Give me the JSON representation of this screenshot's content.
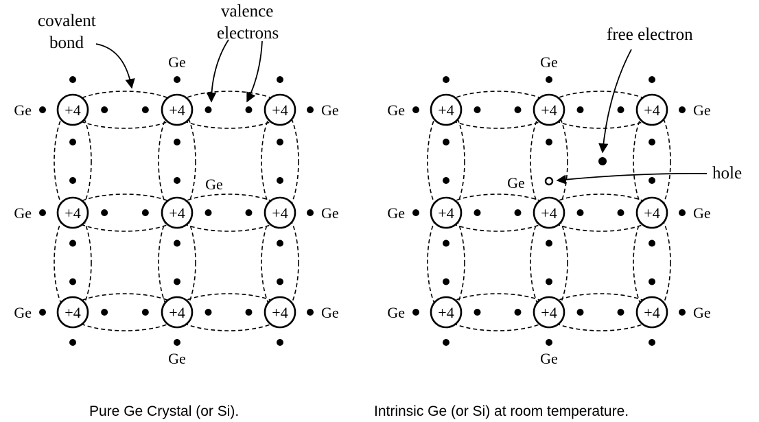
{
  "left_panel": {
    "caption": "Pure Ge Crystal (or Si).",
    "nucleus_label": "+4",
    "atom_label": "Ge",
    "annotations": {
      "covalent_bond_line1": "covalent",
      "covalent_bond_line2": "bond",
      "valence_line1": "valence",
      "valence_line2": "electrons"
    }
  },
  "right_panel": {
    "caption": "Intrinsic Ge (or Si) at room temperature.",
    "nucleus_label": "+4",
    "atom_label": "Ge",
    "annotations": {
      "free_electron": "free electron",
      "hole": "hole"
    }
  }
}
